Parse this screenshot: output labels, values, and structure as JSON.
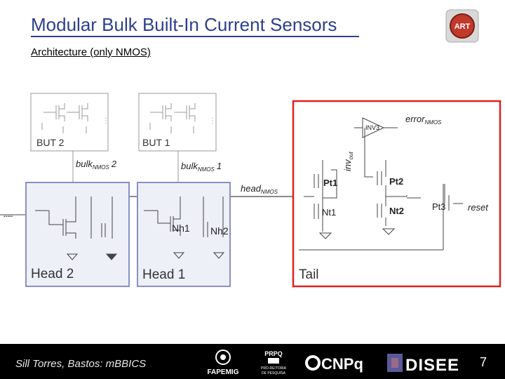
{
  "title": "Modular Bulk Built-In Current Sensors",
  "subtitle": "Architecture (only NMOS)",
  "logo_text": "ART",
  "blocks": {
    "but2": "BUT 2",
    "but1": "BUT 1",
    "head2": "Head 2",
    "head1": "Head 1",
    "tail": "Tail"
  },
  "signals": {
    "bulk2_main": "bulk",
    "bulk2_sub": "NMOS",
    "bulk2_num": "2",
    "bulk1_main": "bulk",
    "bulk1_sub": "NMOS",
    "bulk1_num": "1",
    "head_main": "head",
    "head_sub": "NMOS",
    "error_main": "error",
    "error_sub": "NMOS",
    "inv_main": "inv",
    "inv_sub": "out",
    "reset": "reset"
  },
  "devices": {
    "nh1": "Nh1",
    "nh2": "Nh2",
    "pt1": "Pt1",
    "nt1": "Nt1",
    "pt2": "Pt2",
    "nt2": "Nt2",
    "pt3": "Pt3",
    "inv3": "INV3"
  },
  "footer": {
    "author": "Sill Torres, Bastos: mBBICS",
    "page": "7",
    "fapemig": "FAPEMIG",
    "prpq": "PRPQ",
    "prpq_sub1": "PRÓ-REITORIA",
    "prpq_sub2": "DE PESQUISA",
    "cnpq": "CNPq",
    "disee": "DISEE"
  },
  "colors": {
    "title": "#2e3f8c",
    "head_box": "#8a90c4",
    "tail_box": "#e02020",
    "gray_line": "#9a9a9a",
    "footer_bg": "#000000"
  }
}
